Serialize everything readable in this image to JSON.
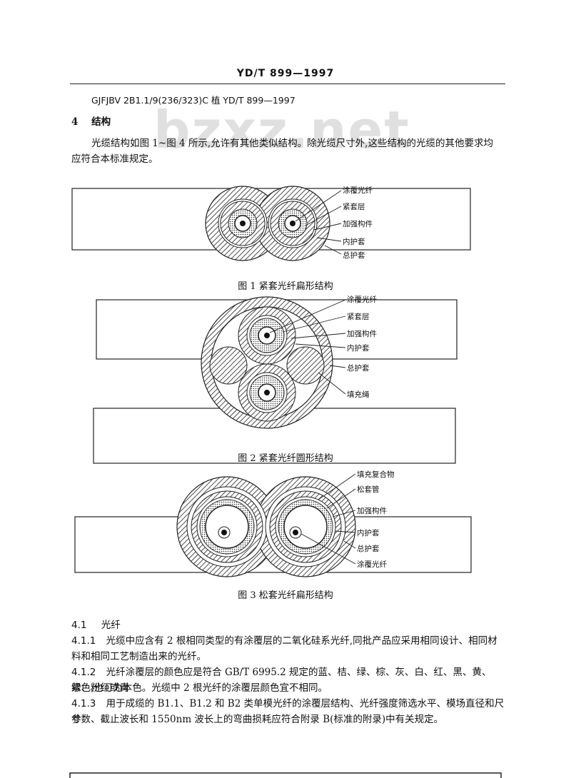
{
  "header": {
    "title": "YD/T 899—1997"
  },
  "watermark": "bzxz.net",
  "marking_example": "GJFJBV 2B1.1/9(236/323)C 植 YD/T 899—1997",
  "section": {
    "number": "4",
    "title": "结构"
  },
  "intro": [
    "光缆结构如图 1~图 4 所示,允许有其他类似结构。除光缆尺寸外,这些结构的光缆的其他要求均",
    "应符合本标准规定。"
  ],
  "figures": [
    {
      "caption": "图 1   紧套光纤扁形结构",
      "labels": [
        "涂覆光纤",
        "紧套层",
        "加强构件",
        "内护套",
        "总护套"
      ]
    },
    {
      "caption": "图 2   紧套光纤圆形结构",
      "labels": [
        "涂覆光纤",
        "紧套层",
        "加强构件",
        "内护套",
        "总护套",
        "填充绳"
      ]
    },
    {
      "caption": "图 3   松套光纤扁形结构",
      "labels": [
        "填充复合物",
        "松套管",
        "加强构件",
        "内护套",
        "总护套",
        "涂覆光纤"
      ]
    }
  ],
  "sub_41": {
    "number": "4.1",
    "title": "光纤"
  },
  "paragraphs": [
    {
      "number": "4.1.1",
      "lines": [
        "光缆中应含有 2 根相同类型的有涂覆层的二氧化硅系光纤,同批产品应采用相同设计、相同材",
        "料和相同工艺制造出来的光纤。"
      ]
    },
    {
      "number": "4.1.2",
      "lines": [
        "光纤涂覆层的颜色应是符合 GB/T 6995.2 规定的蓝、桔、绿、棕、灰、白、红、黑、黄、紫、粉红或青",
        "绿色,也可为本色。光缆中 2 根光纤的涂覆层颜色宜不相同。"
      ]
    },
    {
      "number": "4.1.3",
      "lines": [
        "用于成缆的 B1.1、B1.2 和 B2 类单模光纤的涂覆层结构、光纤强度筛选水平、模场直径和尺寸",
        "参数、截止波长和 1550nm 波长上的弯曲损耗应符合附录 B(标准的附录)中有关规定。"
      ]
    }
  ]
}
